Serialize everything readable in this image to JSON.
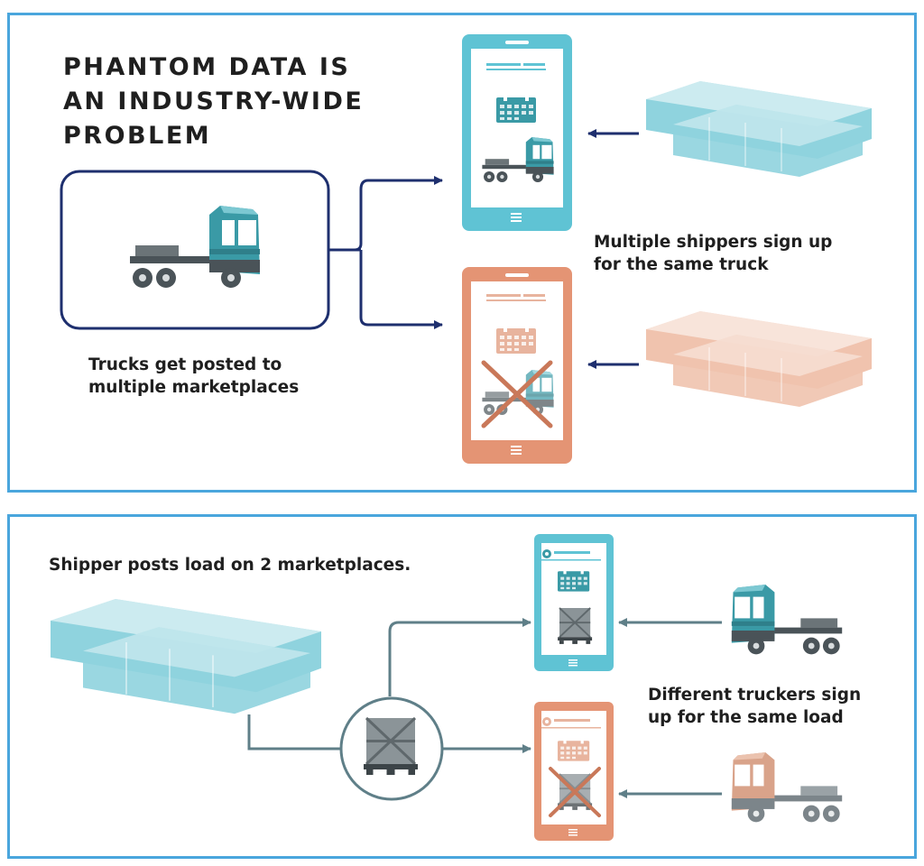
{
  "top_panel": {
    "title_lines": [
      "PHANTOM DATA IS",
      "AN INDUSTRY-WIDE",
      "PROBLEM"
    ],
    "trucks_label_lines": [
      "Trucks get posted to",
      "multiple marketplaces"
    ],
    "shippers_label_lines": [
      "Multiple shippers sign up",
      "for the same truck"
    ]
  },
  "bottom_panel": {
    "shipper_label": "Shipper posts load on 2 marketplaces.",
    "truckers_label_lines": [
      "Different truckers sign",
      "up for the same load"
    ]
  },
  "colors": {
    "panel_border": "#4aa6dd",
    "navy": "#1e2f6e",
    "valid_teal": "#5fc3d4",
    "invalid_salmon": "#e49474",
    "arrow_slate": "#5f7f88",
    "truck_teal": "#3a9aa6"
  },
  "icons": [
    "truck-icon",
    "calendar-icon",
    "pallet-icon",
    "location-pin-icon",
    "menu-icon",
    "cross-mark-icon",
    "cargo-containers-icon"
  ]
}
